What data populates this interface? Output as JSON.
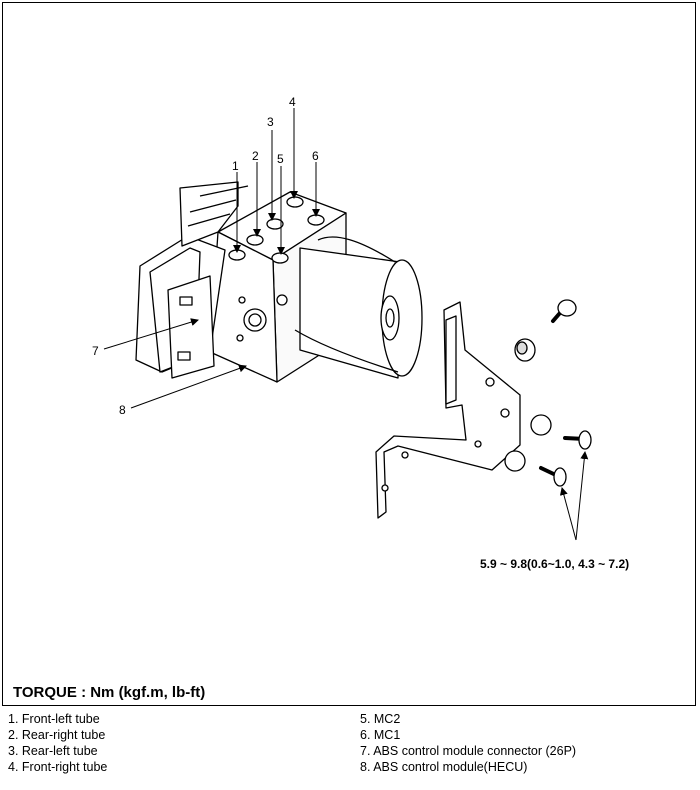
{
  "callouts": {
    "n1": "1",
    "n2": "2",
    "n3": "3",
    "n4": "4",
    "n5": "5",
    "n6": "6",
    "n7": "7",
    "n8": "8"
  },
  "torque": {
    "title": "TORQUE : Nm (kgf.m, lb-ft)",
    "bolt_spec": "5.9 ~ 9.8(0.6~1.0, 4.3 ~ 7.2)"
  },
  "legend": {
    "items": [
      "1. Front-left tube",
      "2. Rear-right tube",
      "3. Rear-left tube",
      "4. Front-right tube",
      "5. MC2",
      "6. MC1",
      "7. ABS control module connector (26P)",
      "8. ABS control module(HECU)"
    ]
  }
}
